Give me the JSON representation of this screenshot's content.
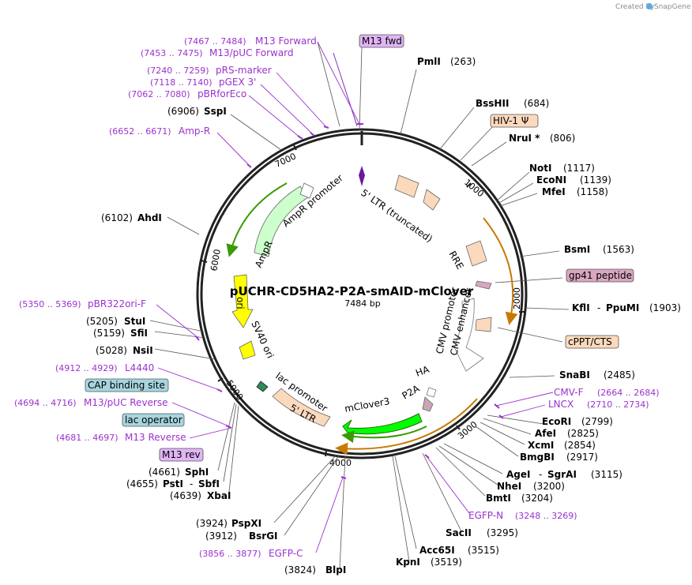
{
  "watermark": {
    "prefix": "Created by",
    "brand": "SnapGene"
  },
  "plasmid": {
    "name": "pUCHR-CD5HA2-P2A-smAID-mClover",
    "length": "7484 bp"
  },
  "ticks": [
    "1000",
    "2000",
    "3000",
    "4000",
    "5000",
    "6000",
    "7000"
  ],
  "boxed_features": {
    "m13fwd": "M13 fwd",
    "hiv": "HIV-1 Ψ",
    "gp41": "gp41 peptide",
    "cppt": "cPPT/CTS",
    "cap": "CAP binding site",
    "lacop": "lac operator",
    "m13rev": "M13 rev"
  },
  "map_labels": {
    "ltr5trunc": "5' LTR (truncated)",
    "rre": "RRE",
    "cmvp": "CMV promoter",
    "cmve": "CMV enhancer",
    "ha": "HA",
    "p2a": "P2A",
    "mclover": "mClover3",
    "ltr5": "5' LTR",
    "lacp": "lac promoter",
    "sv40": "SV40 ori",
    "ori": "ori",
    "ampr": "AmpR",
    "amprp": "AmpR promoter"
  },
  "sites": {
    "pmlI": {
      "name": "PmlI",
      "pos": "(263)"
    },
    "bsshii": {
      "name": "BssHII",
      "pos": "(684)"
    },
    "nruI": {
      "name": "NruI *",
      "pos": "(806)"
    },
    "notI": {
      "name": "NotI",
      "pos": "(1117)"
    },
    "econi": {
      "name": "EcoNI",
      "pos": "(1139)"
    },
    "mfeI": {
      "name": "MfeI",
      "pos": "(1158)"
    },
    "bsmI": {
      "name": "BsmI",
      "pos": "(1563)"
    },
    "kflI": {
      "name": "KflI",
      "sep": "-",
      "name2": "PpuMI",
      "pos": "(1903)"
    },
    "snabI": {
      "name": "SnaBI",
      "pos": "(2485)"
    },
    "ecorI": {
      "name": "EcoRI",
      "pos": "(2799)"
    },
    "afeI": {
      "name": "AfeI",
      "pos": "(2825)"
    },
    "xcmI": {
      "name": "XcmI",
      "pos": "(2854)"
    },
    "bmgbI": {
      "name": "BmgBI",
      "pos": "(2917)"
    },
    "ageI": {
      "name": "AgeI",
      "sep": "-",
      "name2": "SgrAI",
      "pos": "(3115)"
    },
    "nheI": {
      "name": "NheI",
      "pos": "(3200)"
    },
    "bmtI": {
      "name": "BmtI",
      "pos": "(3204)"
    },
    "sacII": {
      "name": "SacII",
      "pos": "(3295)"
    },
    "acc65I": {
      "name": "Acc65I",
      "pos": "(3515)"
    },
    "kpnI": {
      "name": "KpnI",
      "pos": "(3519)"
    },
    "blpI": {
      "name": "BlpI",
      "pos": "(3824)"
    },
    "bsrgi": {
      "name": "BsrGI",
      "pos": "(3912)"
    },
    "pspxI": {
      "name": "PspXI",
      "pos": "(3924)"
    },
    "xbaI": {
      "name": "XbaI",
      "pos": "(4639)"
    },
    "pstI": {
      "name": "PstI",
      "sep": "-",
      "name2": "SbfI",
      "pos": "(4655)"
    },
    "sphI": {
      "name": "SphI",
      "pos": "(4661)"
    },
    "nsiI": {
      "name": "NsiI",
      "pos": "(5028)"
    },
    "sfiI": {
      "name": "SfiI",
      "pos": "(5159)"
    },
    "stuI": {
      "name": "StuI",
      "pos": "(5205)"
    },
    "ahdI": {
      "name": "AhdI",
      "pos": "(6102)"
    },
    "sspI": {
      "name": "SspI",
      "pos": "(6906)"
    }
  },
  "primers": {
    "m13f": {
      "range": "(7467 .. 7484)",
      "name": "M13 Forward"
    },
    "m13puc": {
      "range": "(7453 .. 7475)",
      "name": "M13/pUC Forward"
    },
    "prs": {
      "range": "(7240 .. 7259)",
      "name": "pRS-marker"
    },
    "pgex": {
      "range": "(7118 .. 7140)",
      "name": "pGEX 3'"
    },
    "pbr": {
      "range": "(7062 .. 7080)",
      "name": "pBRforEco"
    },
    "ampr": {
      "range": "(6652 .. 6671)",
      "name": "Amp-R"
    },
    "pbr322": {
      "range": "(5350 .. 5369)",
      "name": "pBR322ori-F"
    },
    "l4440": {
      "range": "(4912 .. 4929)",
      "name": "L4440"
    },
    "m13pucrev": {
      "range": "(4694 .. 4716)",
      "name": "M13/pUC Reverse"
    },
    "m13rev": {
      "range": "(4681 .. 4697)",
      "name": "M13 Reverse"
    },
    "egfpc": {
      "range": "(3856 .. 3877)",
      "name": "EGFP-C"
    },
    "egfpn": {
      "name": "EGFP-N",
      "range": "(3248 .. 3269)"
    },
    "cmvf": {
      "name": "CMV-F",
      "range": "(2664 .. 2684)"
    },
    "lncx": {
      "name": "LNCX",
      "range": "(2710 .. 2734)"
    }
  },
  "colors": {
    "backbone": "#222222",
    "primer": "#9a32cd",
    "ltr": "#fbd9bc",
    "cmv": "#ffffff",
    "amp": "#ccffcc",
    "ori": "#ffff00",
    "mclover": "#00ff00",
    "orf": "#f5b342",
    "m13": "#e0b4f5",
    "cap": "#a6d5df",
    "gp41": "#d9a6c2"
  }
}
